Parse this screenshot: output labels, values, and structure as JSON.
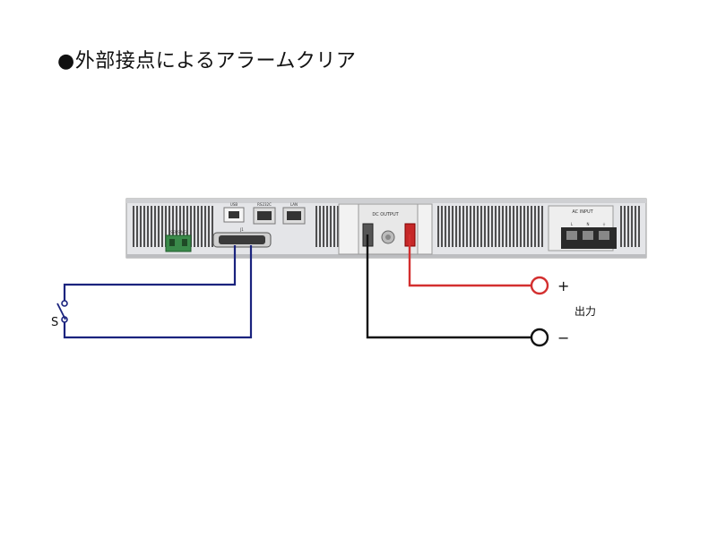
{
  "page": {
    "title": "●外部接点によるアラームクリア"
  },
  "device": {
    "ports": {
      "usb": "USB",
      "rs232c": "RS232C",
      "lan": "LAN",
      "sensing": "SENSING",
      "io": "J1",
      "dc_output": "DC OUTPUT",
      "ac_input": "AC INPUT",
      "ac_terminals": [
        "L",
        "N",
        "⏚"
      ]
    }
  },
  "diagram": {
    "switch_label": "S",
    "plus_label": "+",
    "minus_label": "−",
    "output_label": "出力"
  },
  "colors": {
    "signal_wire": "#1a237e",
    "positive_wire": "#d32f2f",
    "negative_wire": "#111111",
    "chassis": "#dcdde0"
  }
}
